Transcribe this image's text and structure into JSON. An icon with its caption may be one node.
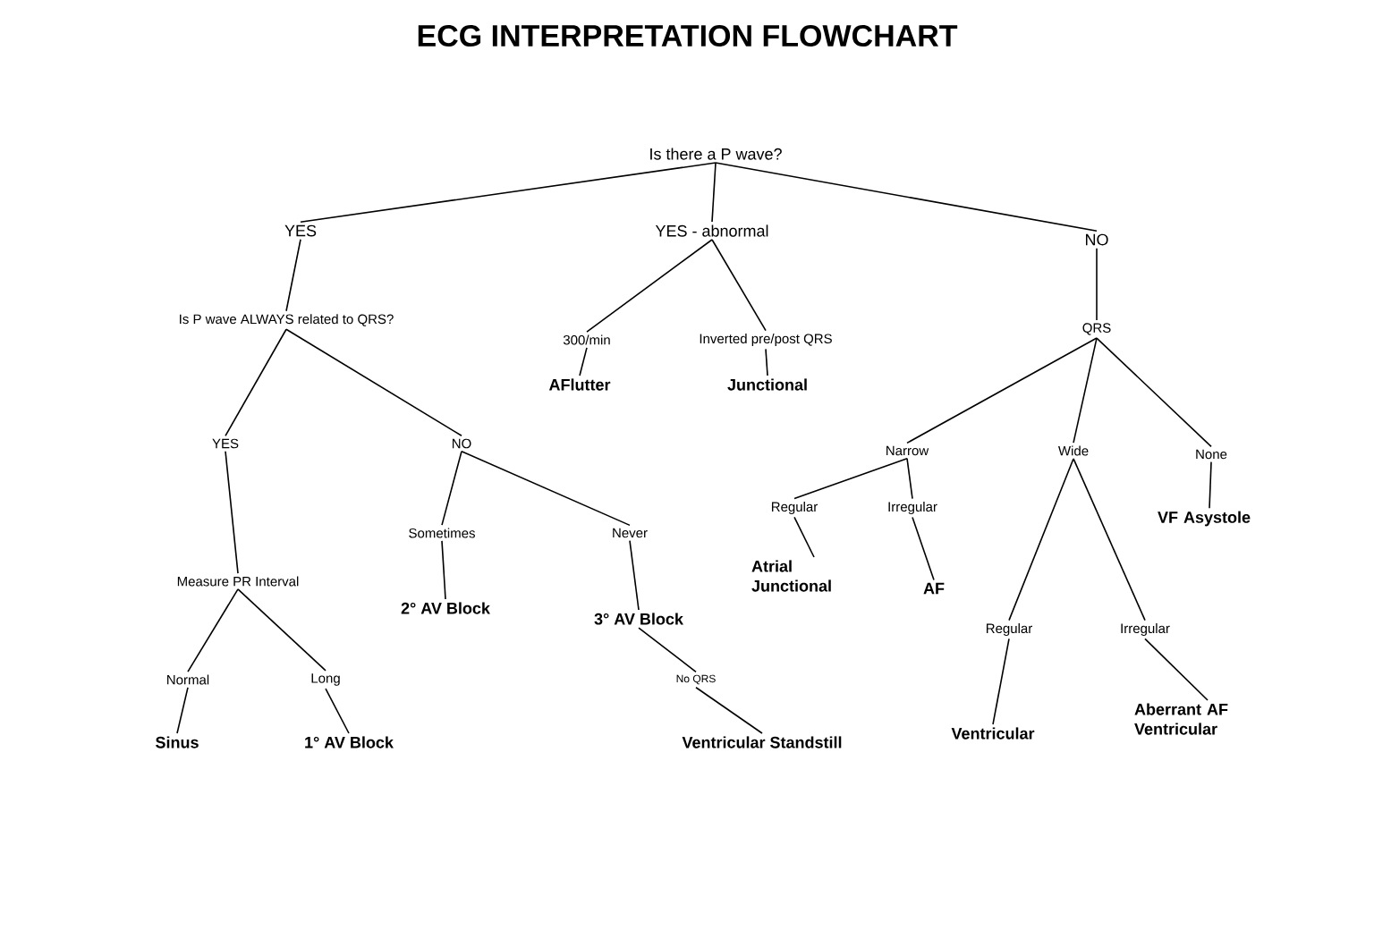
{
  "diagram": {
    "title": "ECG INTERPRETATION FLOWCHART",
    "nodes": [
      {
        "text": [
          "Is there a P wave?"
        ]
      },
      {
        "text": [
          "YES"
        ]
      },
      {
        "text": [
          "YES - abnormal"
        ]
      },
      {
        "text": [
          "NO"
        ]
      },
      {
        "text": [
          "Is P wave ALWAYS related to QRS?"
        ]
      },
      {
        "text": [
          "300/min"
        ]
      },
      {
        "text": [
          "Inverted pre/post QRS"
        ]
      },
      {
        "text": [
          "QRS"
        ]
      },
      {
        "text": [
          "AFlutter"
        ]
      },
      {
        "text": [
          "Junctional"
        ]
      },
      {
        "text": [
          "YES"
        ]
      },
      {
        "text": [
          "NO"
        ]
      },
      {
        "text": [
          "Narrow"
        ]
      },
      {
        "text": [
          "Wide"
        ]
      },
      {
        "text": [
          "None"
        ]
      },
      {
        "text": [
          "Regular"
        ]
      },
      {
        "text": [
          "Irregular"
        ]
      },
      {
        "text": [
          "VF Asystole"
        ]
      },
      {
        "text": [
          "Sometimes"
        ]
      },
      {
        "text": [
          "Never"
        ]
      },
      {
        "text": [
          "Measure PR Interval"
        ]
      },
      {
        "text": [
          "Atrial Junctional"
        ]
      },
      {
        "text": [
          "AF"
        ]
      },
      {
        "text": [
          "2° AV Block"
        ]
      },
      {
        "text": [
          "3° AV Block"
        ]
      },
      {
        "text": [
          "Regular"
        ]
      },
      {
        "text": [
          "Irregular"
        ]
      },
      {
        "text": [
          "No QRS"
        ]
      },
      {
        "text": [
          "Normal"
        ]
      },
      {
        "text": [
          "Long"
        ]
      },
      {
        "text": [
          "Sinus"
        ]
      },
      {
        "text": [
          "1° AV Block"
        ]
      },
      {
        "text": [
          "Ventricular Standstill"
        ]
      },
      {
        "text": [
          "Ventricular"
        ]
      },
      {
        "text": [
          "Aberrant AF Ventricular"
        ]
      }
    ],
    "edges": [
      {
        "from": 0,
        "to": 1,
        "arrow": "none"
      },
      {
        "from": 0,
        "to": 2,
        "arrow": "none"
      },
      {
        "from": 0,
        "to": 3,
        "arrow": "none"
      },
      {
        "from": 1,
        "to": 4,
        "arrow": "none"
      },
      {
        "from": 2,
        "to": 5,
        "arrow": "none"
      },
      {
        "from": 2,
        "to": 6,
        "arrow": "none"
      },
      {
        "from": 3,
        "to": 7,
        "arrow": "none"
      },
      {
        "from": 5,
        "to": 8,
        "arrow": "none"
      },
      {
        "from": 6,
        "to": 9,
        "arrow": "none"
      },
      {
        "from": 4,
        "to": 10,
        "arrow": "none"
      },
      {
        "from": 4,
        "to": 11,
        "arrow": "none"
      },
      {
        "from": 7,
        "to": 12,
        "arrow": "none"
      },
      {
        "from": 7,
        "to": 13,
        "arrow": "none"
      },
      {
        "from": 7,
        "to": 14,
        "arrow": "none"
      },
      {
        "from": 10,
        "to": 20,
        "arrow": "none"
      },
      {
        "from": 11,
        "to": 18,
        "arrow": "none"
      },
      {
        "from": 11,
        "to": 19,
        "arrow": "none"
      },
      {
        "from": 12,
        "to": 15,
        "arrow": "none"
      },
      {
        "from": 12,
        "to": 16,
        "arrow": "none"
      },
      {
        "from": 14,
        "to": 17,
        "arrow": "none"
      },
      {
        "from": 18,
        "to": 23,
        "arrow": "none"
      },
      {
        "from": 19,
        "to": 24,
        "arrow": "none"
      },
      {
        "from": 15,
        "to": 21,
        "arrow": "none"
      },
      {
        "from": 16,
        "to": 22,
        "arrow": "none"
      },
      {
        "from": 13,
        "to": 25,
        "arrow": "none"
      },
      {
        "from": 13,
        "to": 26,
        "arrow": "none"
      },
      {
        "from": 20,
        "to": 28,
        "arrow": "none"
      },
      {
        "from": 20,
        "to": 29,
        "arrow": "none"
      },
      {
        "from": 24,
        "to": 27,
        "arrow": "none"
      },
      {
        "from": 27,
        "to": 32,
        "arrow": "none"
      },
      {
        "from": 25,
        "to": 33,
        "arrow": "none"
      },
      {
        "from": 26,
        "to": 34,
        "arrow": "none"
      },
      {
        "from": 28,
        "to": 30,
        "arrow": "none"
      },
      {
        "from": 29,
        "to": 31,
        "arrow": "none"
      }
    ]
  }
}
